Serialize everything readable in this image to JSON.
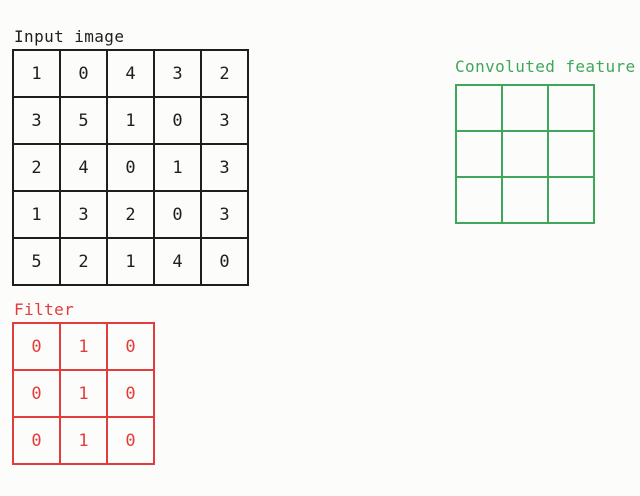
{
  "colors": {
    "background": "#fcfcfa",
    "input_grid": "#1e1e1e",
    "filter_grid": "#e23c3c",
    "feature_grid": "#3fa75c"
  },
  "input_image": {
    "label": "Input image",
    "rows": 5,
    "cols": 5,
    "grid": [
      [
        1,
        0,
        4,
        3,
        2
      ],
      [
        3,
        5,
        1,
        0,
        3
      ],
      [
        2,
        4,
        0,
        1,
        3
      ],
      [
        1,
        3,
        2,
        0,
        3
      ],
      [
        5,
        2,
        1,
        4,
        0
      ]
    ]
  },
  "filter": {
    "label": "Filter",
    "rows": 3,
    "cols": 3,
    "grid": [
      [
        0,
        1,
        0
      ],
      [
        0,
        1,
        0
      ],
      [
        0,
        1,
        0
      ]
    ]
  },
  "convoluted_feature": {
    "label": "Convoluted feature",
    "rows": 3,
    "cols": 3,
    "grid": [
      [
        "",
        "",
        ""
      ],
      [
        "",
        "",
        ""
      ],
      [
        "",
        "",
        ""
      ]
    ]
  }
}
